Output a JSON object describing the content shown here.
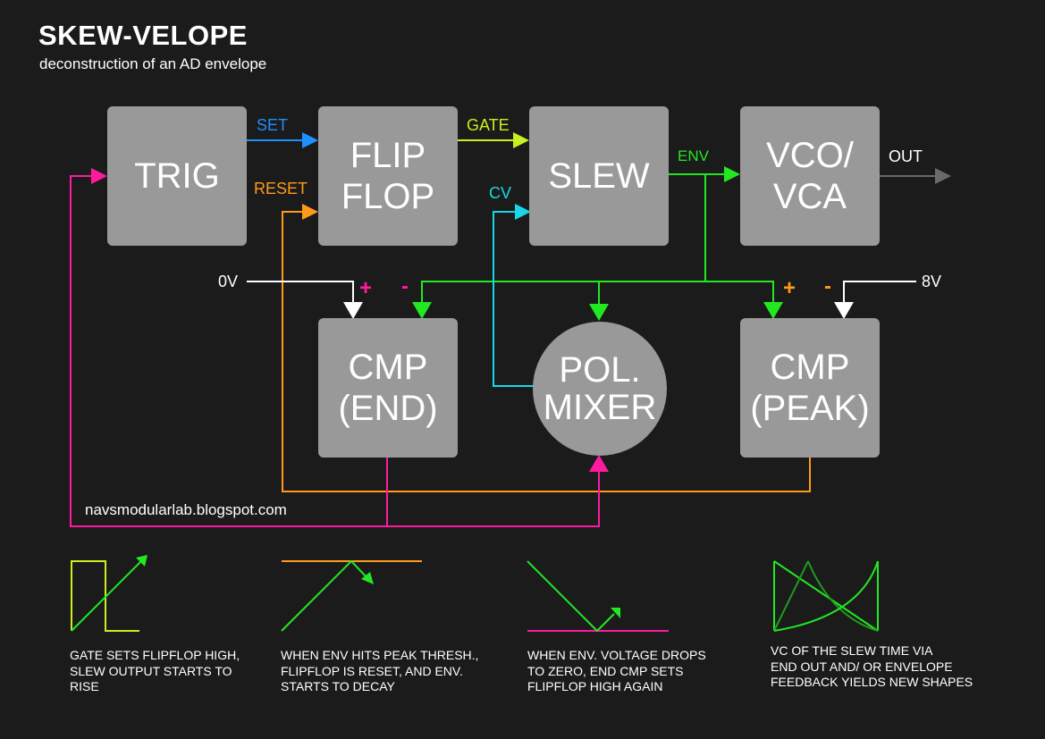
{
  "title": "SKEW-VELOPE",
  "subtitle": "deconstruction of an AD envelope",
  "url": "navsmodularlab.blogspot.com",
  "blocks": {
    "trig": "TRIG",
    "flipflop": "FLIP\nFLOP",
    "slew": "SLEW",
    "vco": "VCO/\nVCA",
    "cmp_end": "CMP\n(END)",
    "mixer": "POL.\nMIXER",
    "cmp_peak": "CMP\n(PEAK)"
  },
  "labels": {
    "set": "SET",
    "reset": "RESET",
    "gate": "GATE",
    "cv": "CV",
    "env": "ENV",
    "out": "OUT",
    "zero_v": "0V",
    "eight_v": "8V",
    "plus": "+",
    "minus": "-"
  },
  "captions": [
    "GATE SETS FLIPFLOP HIGH,\nSLEW OUTPUT STARTS TO\nRISE",
    "WHEN ENV HITS PEAK THRESH.,\nFLIPFLOP IS RESET, AND ENV.\nSTARTS TO DECAY",
    "WHEN ENV. VOLTAGE DROPS\nTO ZERO, END CMP SETS\nFLIPFLOP HIGH AGAIN",
    "VC OF THE SLEW TIME VIA\nEND OUT AND/ OR ENVELOPE\nFEEDBACK YIELDS NEW SHAPES"
  ],
  "colors": {
    "background": "#1b1b1b",
    "block": "#999999",
    "set": "#1e90ff",
    "reset": "#ff9a1a",
    "gate": "#c8f01e",
    "cv": "#18d8e8",
    "env": "#22e822",
    "end": "#ff1aa0",
    "out": "#6a6a6a",
    "reference": "#ffffff"
  }
}
